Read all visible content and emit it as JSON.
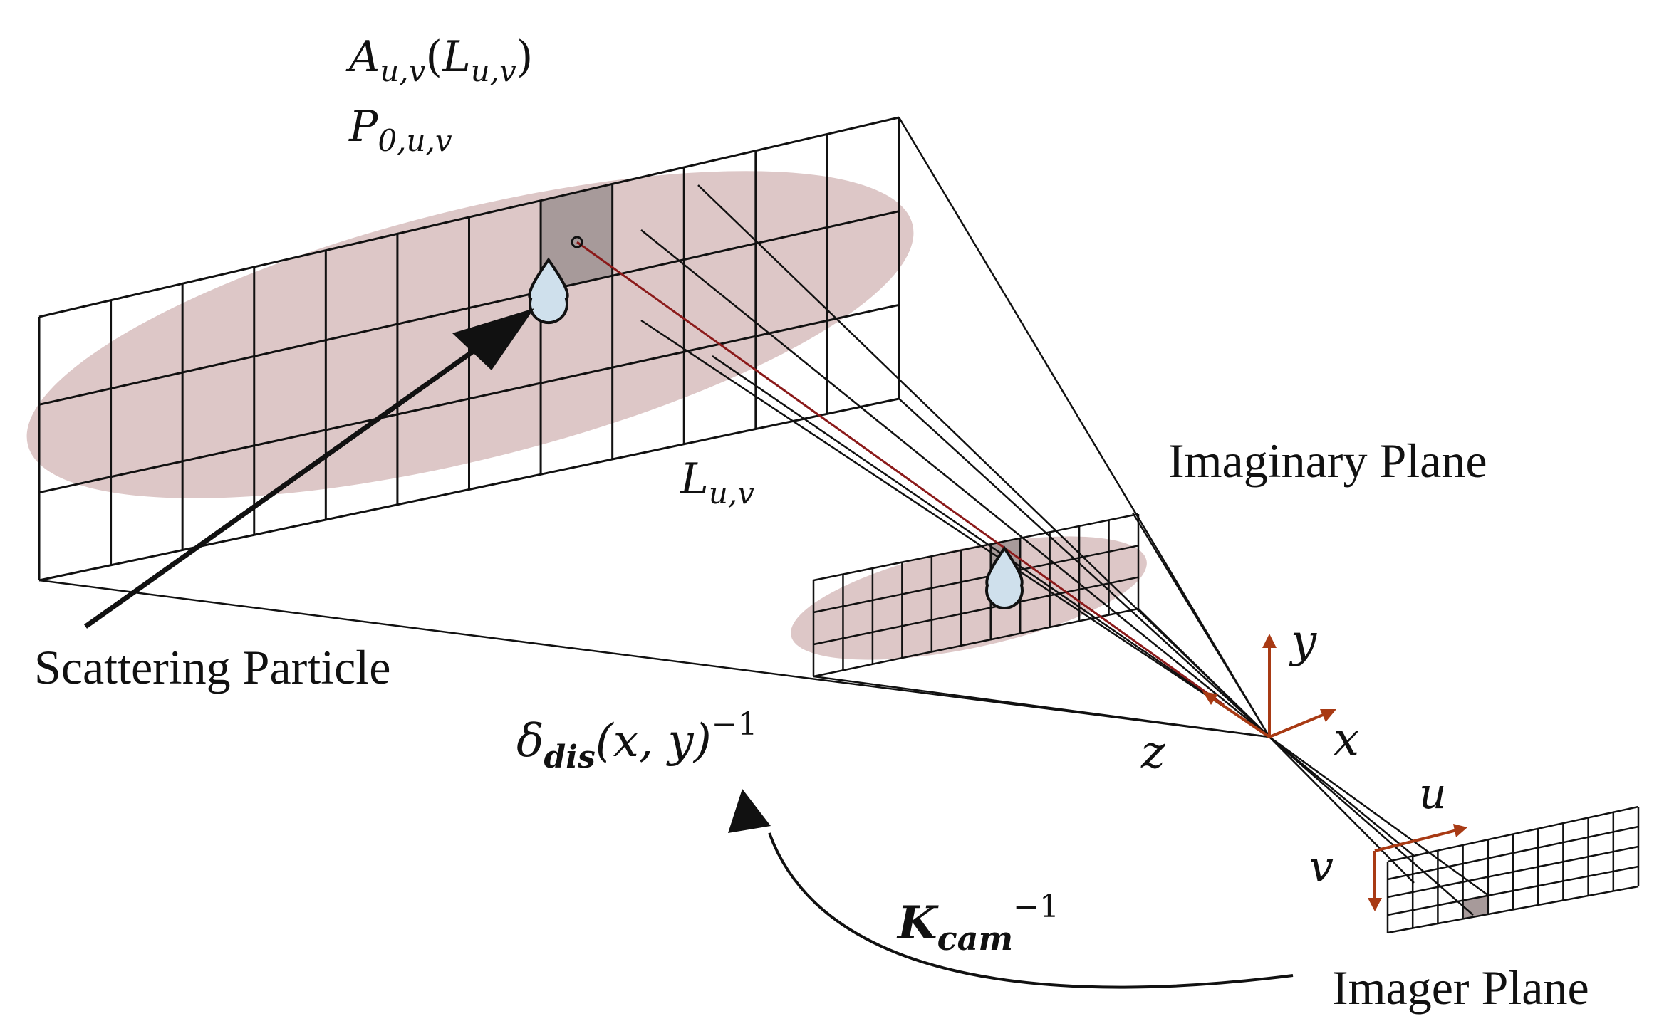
{
  "labels": {
    "amplitude": {
      "base": "A",
      "sub": "u,v",
      "open": "(",
      "inner": "L",
      "inner_sub": "u,v",
      "close": ")"
    },
    "p0": {
      "base": "P",
      "sub": "0,u,v"
    },
    "luv": {
      "base": "L",
      "sub": "u,v"
    },
    "imaginary_plane": "Imaginary Plane",
    "scattering_particle": "Scattering Particle",
    "distortion": {
      "base": "δ",
      "sub": "dis",
      "args": "(x, y)",
      "sup": "−1"
    },
    "kcam": {
      "base": "K",
      "sub": "cam",
      "sup": "−1"
    },
    "imager_plane": "Imager Plane",
    "axis_y": "y",
    "axis_x": "x",
    "axis_z": "z",
    "axis_u": "u",
    "axis_v": "v"
  },
  "colors": {
    "grid_line": "#111111",
    "ellipse_fill": "#ddc7c7",
    "highlight_cell": "#a79a9a",
    "ray": "#8b1a1a",
    "axes": "#a83a14",
    "droplet": "#cfe0ec"
  }
}
